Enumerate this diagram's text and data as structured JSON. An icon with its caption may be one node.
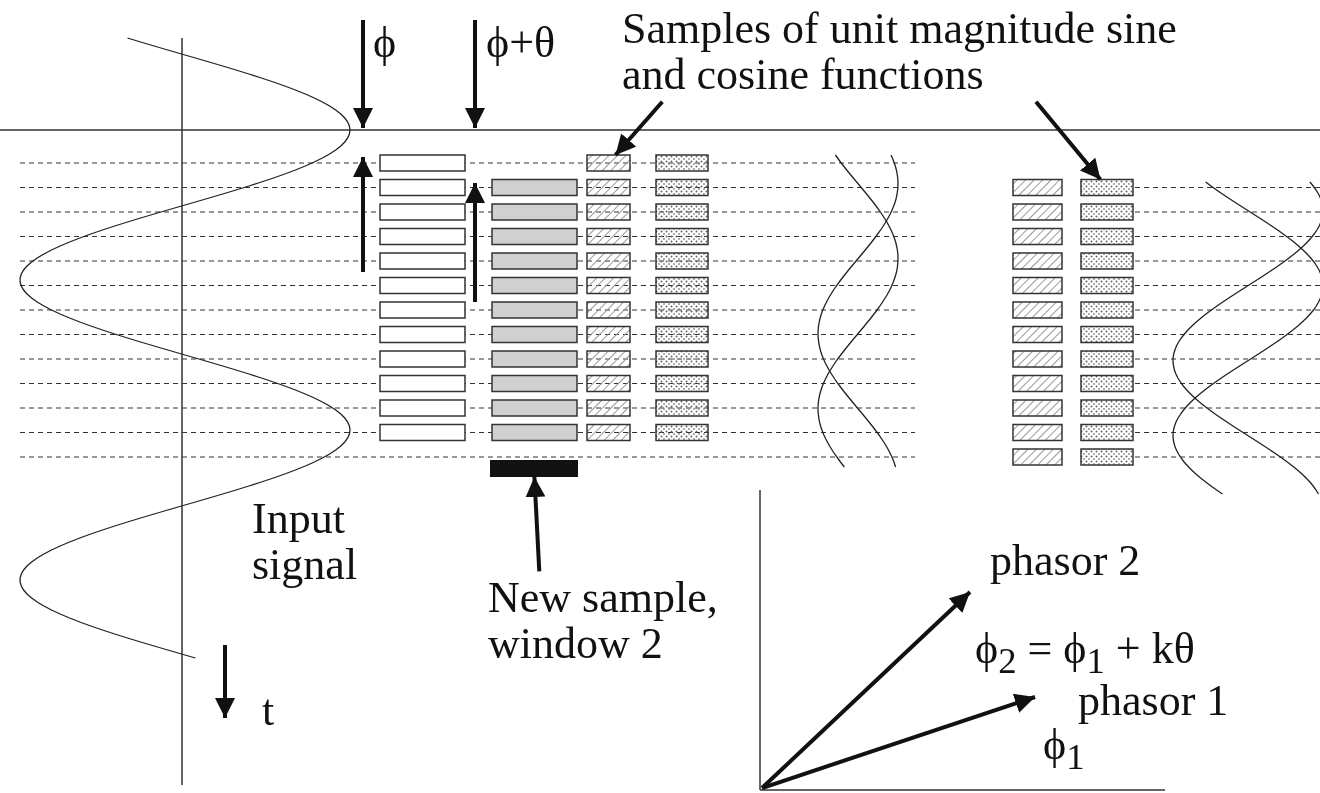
{
  "diagram": {
    "nodes": [
      {
        "text": [
          "Samples of unit magnitude sine and cosine functions"
        ]
      },
      {
        "text": [],
        "shape": "box"
      },
      {
        "text": [],
        "shape": "box"
      },
      {
        "text": [
          "New sample, window 2"
        ]
      },
      {
        "text": [],
        "shape": "bar"
      }
    ],
    "edges": [
      {
        "from": 0,
        "to": 1,
        "arrow": "to"
      },
      {
        "from": 0,
        "to": 2,
        "arrow": "to"
      },
      {
        "from": 3,
        "to": 4,
        "arrow": "to"
      }
    ],
    "labels": [
      "ϕ",
      "ϕ+θ",
      "Input signal",
      "t",
      "phasor 2",
      "ϕ$_{2}$ = ϕ$_{1}$ + kθ",
      "phasor 1",
      "ϕ$_{1}$"
    ]
  }
}
